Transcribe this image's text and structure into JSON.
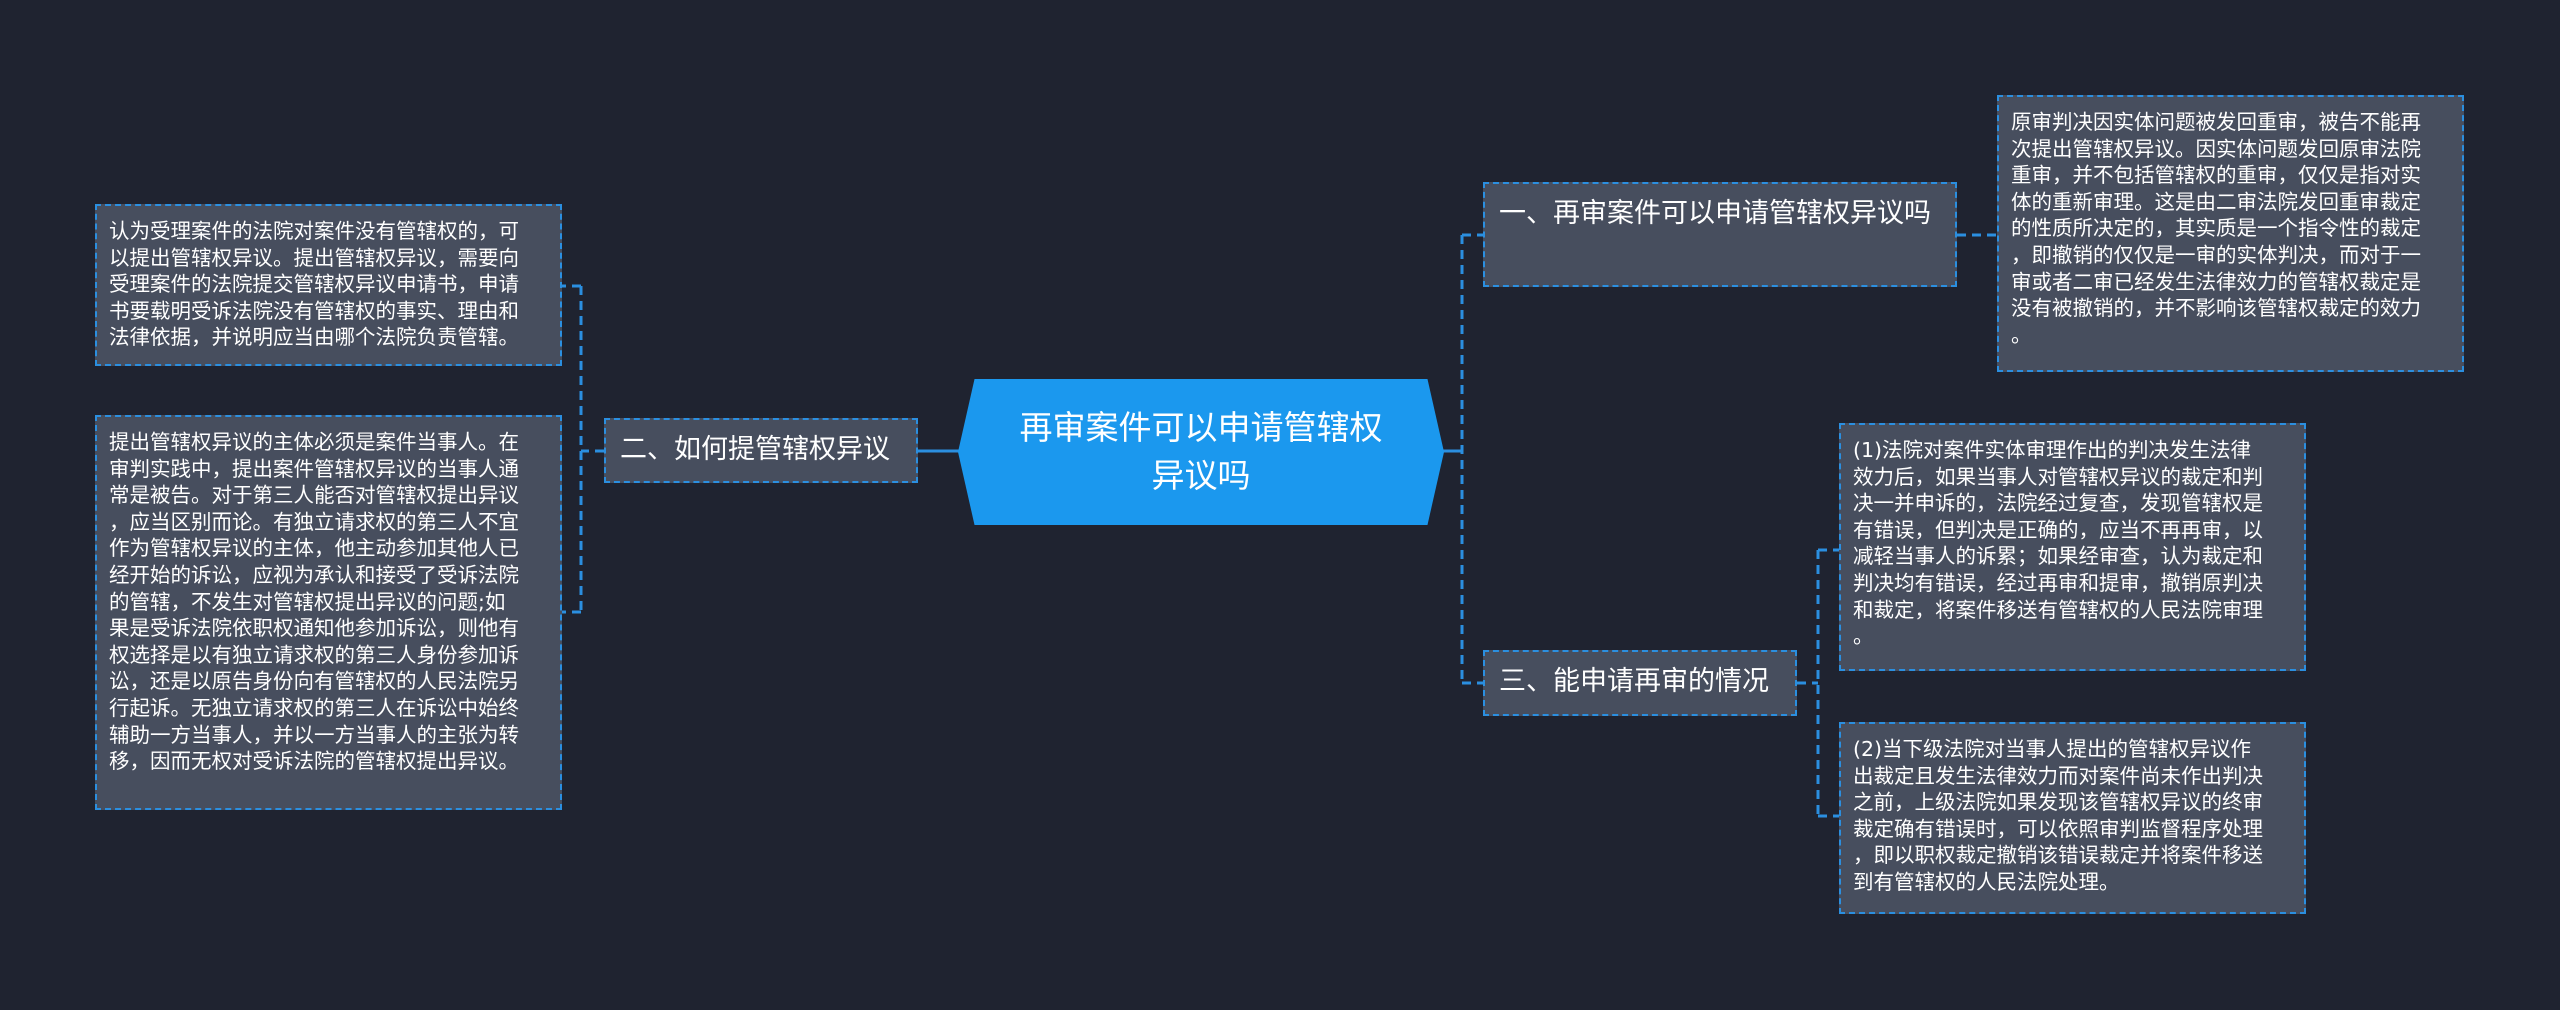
{
  "colors": {
    "background": "#1f2330",
    "node": "#474e5e",
    "accent": "#1b98ee",
    "connector": "#2b8fe0"
  },
  "root": {
    "title": "再审案件可以申请管辖权异议吗"
  },
  "branches": [
    {
      "title": "一、再审案件可以申请管辖权异议吗",
      "children": [
        {
          "lines": [
            "原审判决因实体问题被发回重审，被告不能再",
            "次提出管辖权异议。因实体问题发回原审法院",
            "重审，并不包括管辖权的重审，仅仅是指对实",
            "体的重新审理。这是由二审法院发回重审裁定",
            "的性质所决定的，其实质是一个指令性的裁定",
            "，即撤销的仅仅是一审的实体判决，而对于一",
            "审或者二审已经发生法律效力的管辖权裁定是",
            "没有被撤销的，并不影响该管辖权裁定的效力",
            "。"
          ]
        }
      ]
    },
    {
      "title": "二、如何提管辖权异议",
      "children": [
        {
          "lines": [
            "认为受理案件的法院对案件没有管辖权的，可",
            "以提出管辖权异议。提出管辖权异议，需要向",
            "受理案件的法院提交管辖权异议申请书，申请",
            "书要载明受诉法院没有管辖权的事实、理由和",
            "法律依据，并说明应当由哪个法院负责管辖。"
          ]
        },
        {
          "lines": [
            "提出管辖权异议的主体必须是案件当事人。在",
            "审判实践中，提出案件管辖权异议的当事人通",
            "常是被告。对于第三人能否对管辖权提出异议",
            "，应当区别而论。有独立请求权的第三人不宜",
            "作为管辖权异议的主体，他主动参加其他人已",
            "经开始的诉讼，应视为承认和接受了受诉法院",
            "的管辖，不发生对管辖权提出异议的问题;如",
            "果是受诉法院依职权通知他参加诉讼，则他有",
            "权选择是以有独立请求权的第三人身份参加诉",
            "讼，还是以原告身份向有管辖权的人民法院另",
            "行起诉。无独立请求权的第三人在诉讼中始终",
            "辅助一方当事人，并以一方当事人的主张为转",
            "移，因而无权对受诉法院的管辖权提出异议。"
          ]
        }
      ]
    },
    {
      "title": "三、能申请再审的情况",
      "children": [
        {
          "lines": [
            "(1)法院对案件实体审理作出的判决发生法律",
            "效力后，如果当事人对管辖权异议的裁定和判",
            "决一并申诉的，法院经过复查，发现管辖权是",
            "有错误，但判决是正确的，应当不再再审，以",
            "减轻当事人的诉累；如果经审查，认为裁定和",
            "判决均有错误，经过再审和提审，撤销原判决",
            "和裁定，将案件移送有管辖权的人民法院审理",
            "。"
          ]
        },
        {
          "lines": [
            "(2)当下级法院对当事人提出的管辖权异议作",
            "出裁定且发生法律效力而对案件尚未作出判决",
            "之前，上级法院如果发现该管辖权异议的终审",
            "裁定确有错误时，可以依照审判监督程序处理",
            "，即以职权裁定撤销该错误裁定并将案件移送",
            "到有管辖权的人民法院处理。"
          ]
        }
      ]
    }
  ]
}
